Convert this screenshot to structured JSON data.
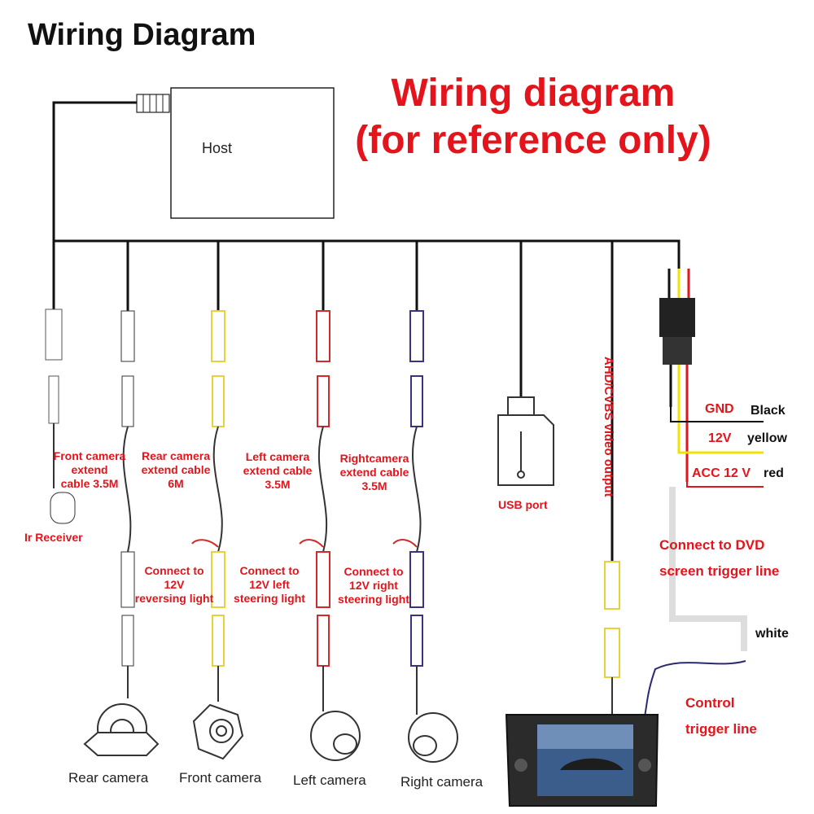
{
  "header": {
    "title": "Wiring Diagram",
    "reference_title_line1": "Wiring diagram",
    "reference_title_line2": "(for reference only)"
  },
  "host": {
    "label": "Host"
  },
  "ir_receiver": {
    "label": "Ir Receiver"
  },
  "cables": {
    "front": {
      "line1": "Front camera",
      "line2": "extend",
      "line3": "cable 3.5M"
    },
    "rear": {
      "line1": "Rear camera",
      "line2": "extend cable",
      "line3": "6M"
    },
    "left": {
      "line1": "Left camera",
      "line2": "extend cable",
      "line3": "3.5M"
    },
    "right": {
      "line1": "Rightcamera",
      "line2": "extend cable",
      "line3": "3.5M"
    }
  },
  "trigger_connections": {
    "reversing": {
      "line1": "Connect to",
      "line2": "12V",
      "line3": "reversing light"
    },
    "left_steering": {
      "line1": "Connect to",
      "line2": "12V left",
      "line3": "steering light"
    },
    "right_steering": {
      "line1": "Connect to",
      "line2": "12V right",
      "line3": "steering light"
    }
  },
  "usb": {
    "label": "USB port"
  },
  "video_output": {
    "label": "AHD/CVBS video output"
  },
  "power": {
    "gnd": {
      "label": "GND",
      "color_name": "Black",
      "wire_color": "#111111"
    },
    "v12": {
      "label": "12V",
      "color_name": "yellow",
      "wire_color": "#f2e200"
    },
    "acc": {
      "label": "ACC 12 V",
      "color_name": "red",
      "wire_color": "#e3141b"
    },
    "dvd_line1": "Connect to DVD",
    "dvd_line2": "screen trigger line",
    "white_label": "white"
  },
  "control": {
    "line1": "Control",
    "line2": "trigger line"
  },
  "cameras": {
    "rear": "Rear camera",
    "front": "Front camera",
    "left": "Left camera",
    "right": "Right camera"
  },
  "colors": {
    "accent_red": "#e3141b",
    "cable_yellow": "#e8d23a",
    "cable_red": "#d02a2a",
    "cable_blue": "#3a3480"
  }
}
